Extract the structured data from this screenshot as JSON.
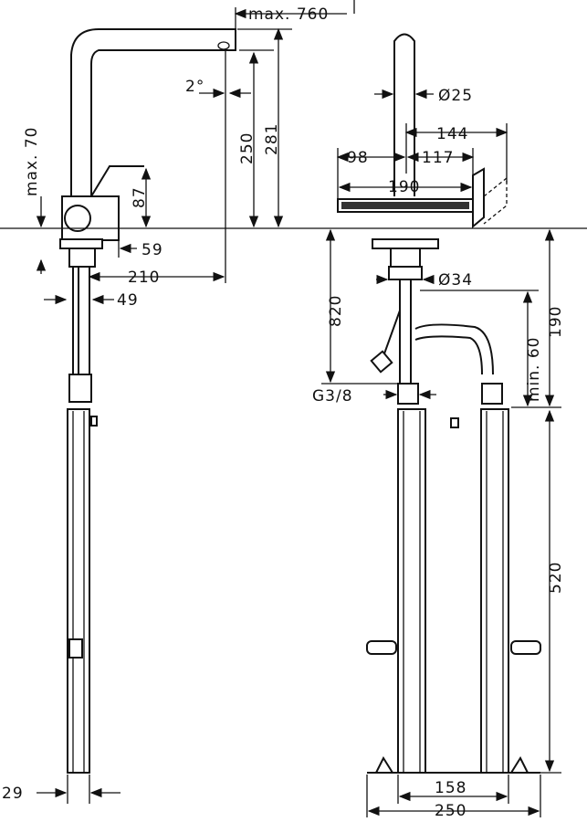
{
  "side_view": {
    "max_reach": "max. 760",
    "angle": "2°",
    "spout_height": "250",
    "total_height": "281",
    "lever_clearance": "max. 70",
    "lever_height": "87",
    "base_offset": "59",
    "depth": "210",
    "base_width": "49",
    "box_width": "29"
  },
  "front_view": {
    "spout_diameter": "Ø25",
    "lever_reach": "144",
    "left_offset": "98",
    "right_offset": "117",
    "tray_width": "190",
    "shank_diameter": "Ø34",
    "hose_length": "820",
    "min_clearance": "min. 60",
    "hose_offset": "190",
    "connection_thread": "G3/8",
    "box_height": "520",
    "inner_width": "158",
    "outer_width": "250"
  },
  "colors": {
    "line": "#111111",
    "background": "#ffffff"
  }
}
